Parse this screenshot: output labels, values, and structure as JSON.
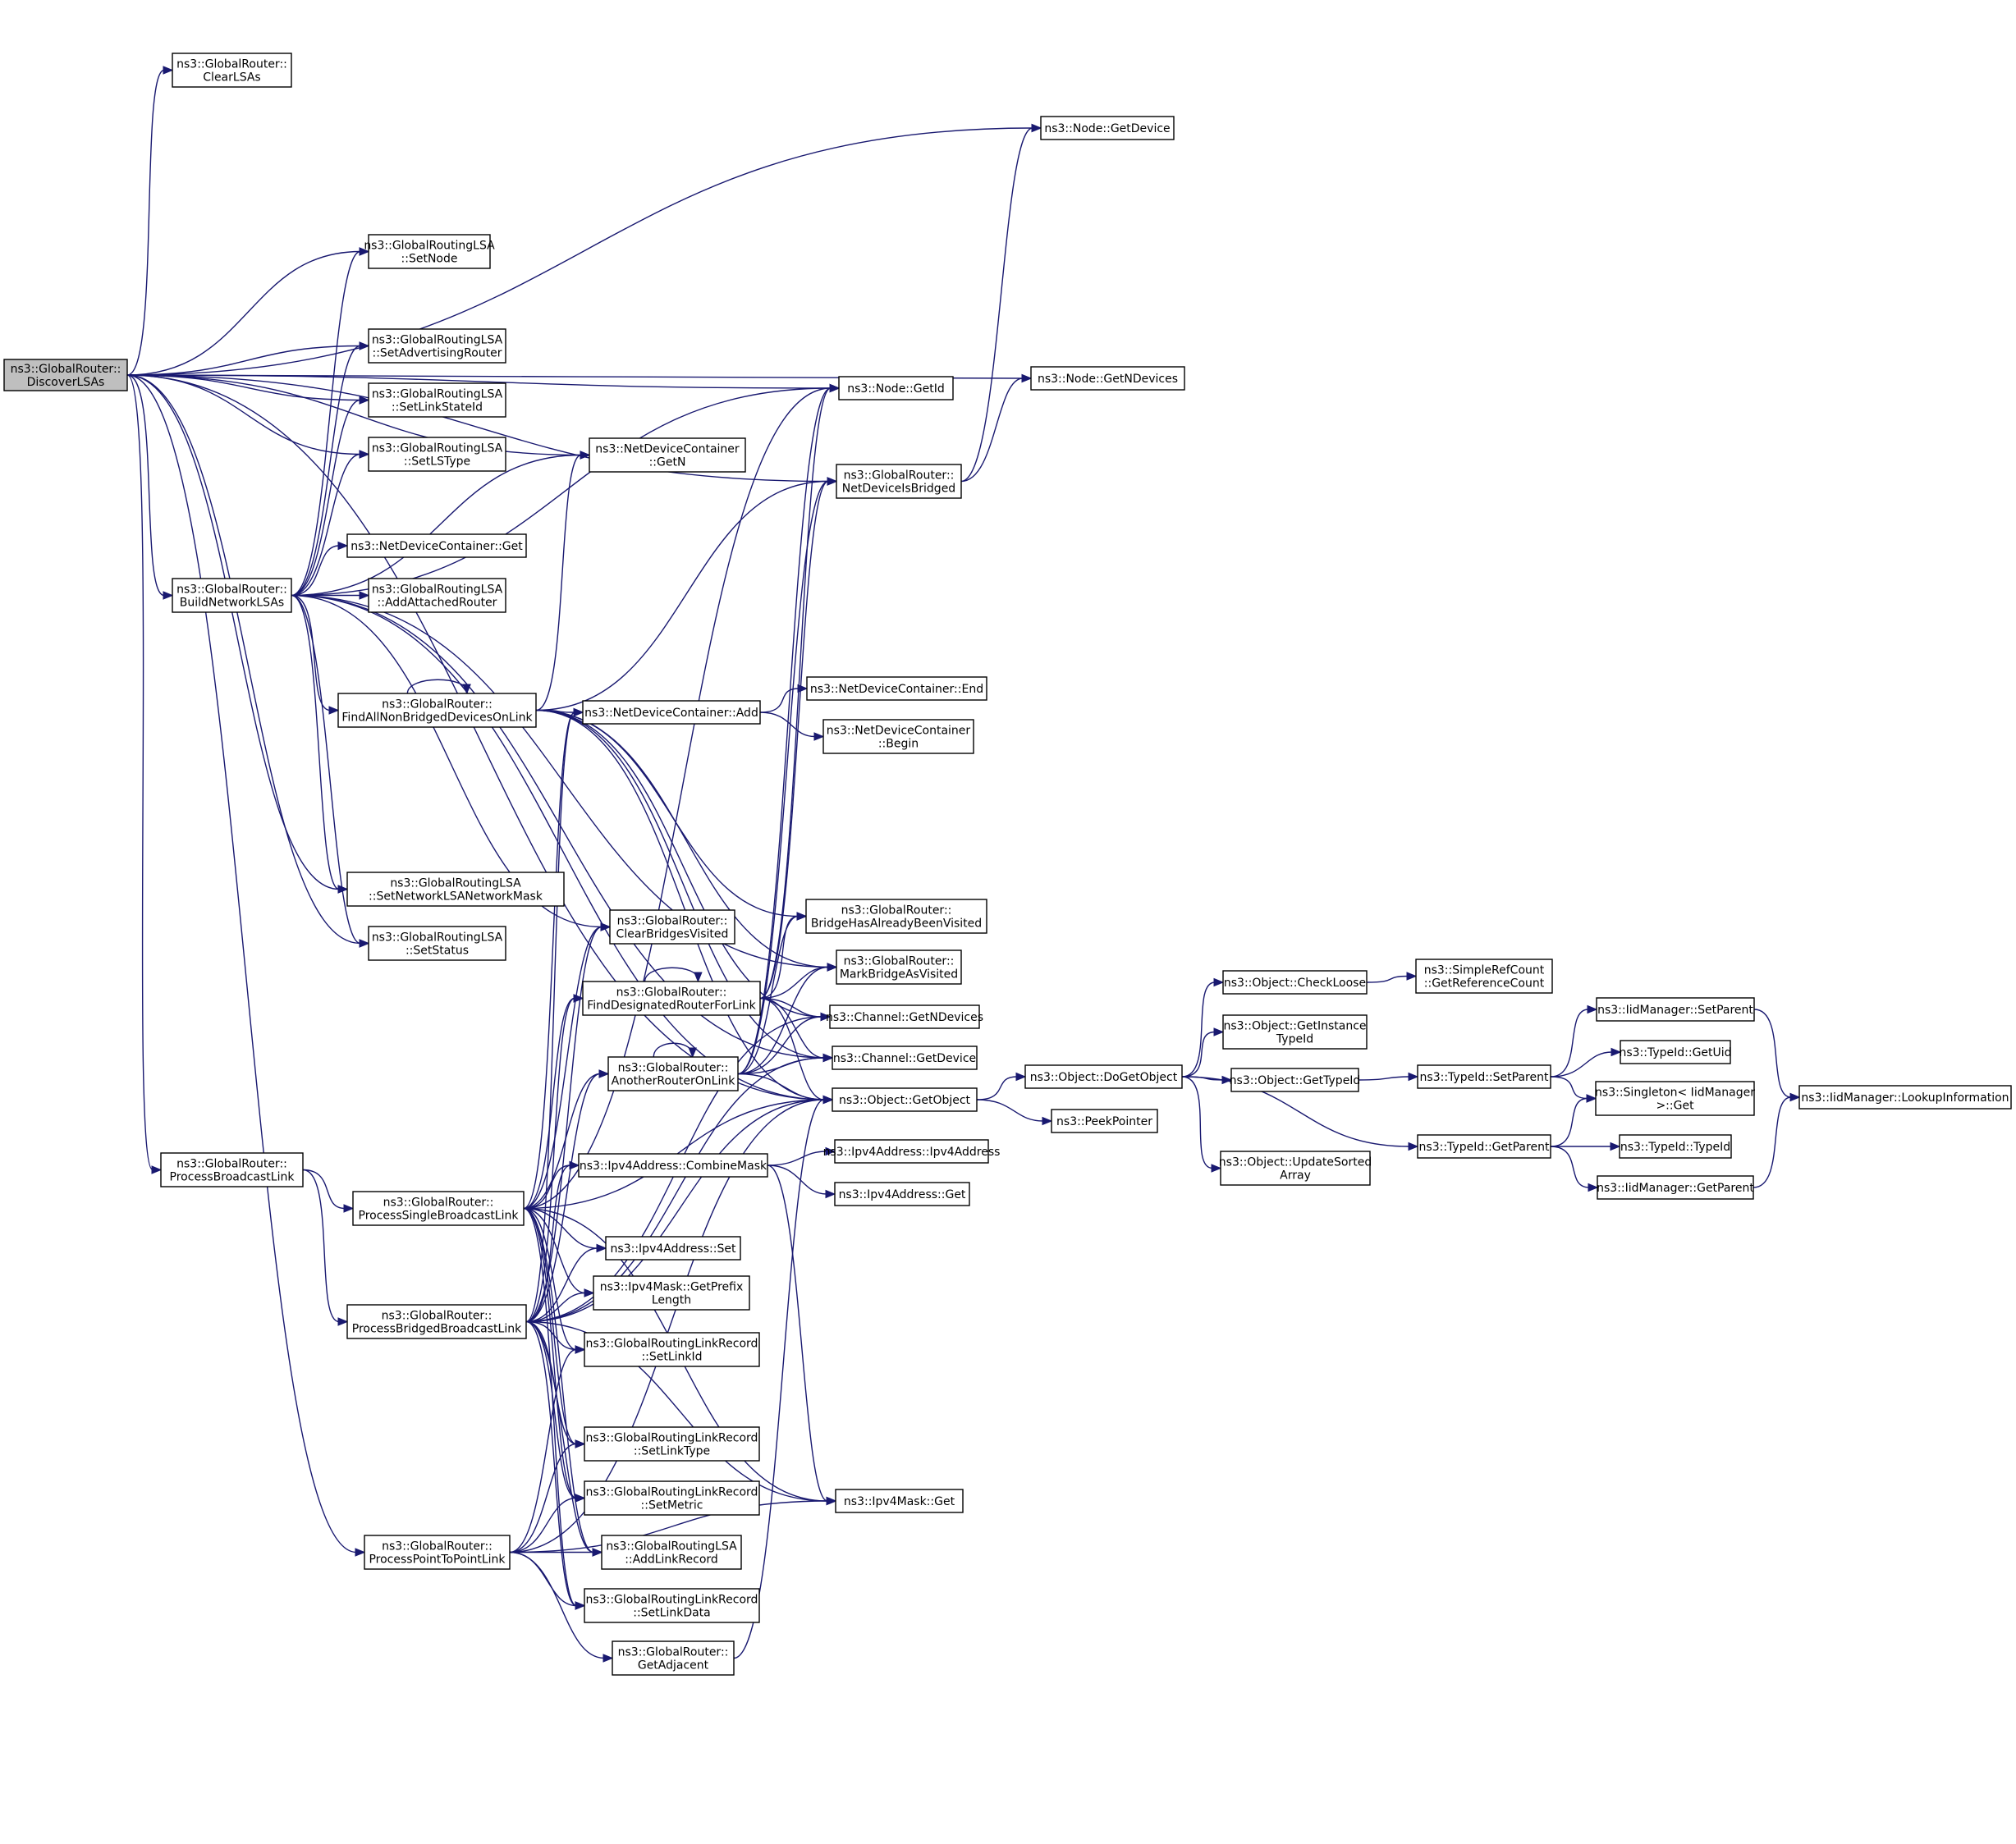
{
  "nodes": [
    {
      "id": "discover",
      "lines": [
        "ns3::GlobalRouter::",
        "DiscoverLSAs"
      ],
      "root": true
    },
    {
      "id": "clearLSAs",
      "lines": [
        "ns3::GlobalRouter::",
        "ClearLSAs"
      ]
    },
    {
      "id": "nodeGetDevice",
      "lines": [
        "ns3::Node::GetDevice"
      ]
    },
    {
      "id": "setNode",
      "lines": [
        "ns3::GlobalRoutingLSA",
        "::SetNode"
      ]
    },
    {
      "id": "setAdvRouter",
      "lines": [
        "ns3::GlobalRoutingLSA",
        "::SetAdvertisingRouter"
      ]
    },
    {
      "id": "nodeGetId",
      "lines": [
        "ns3::Node::GetId"
      ]
    },
    {
      "id": "nodeGetNDevices",
      "lines": [
        "ns3::Node::GetNDevices"
      ]
    },
    {
      "id": "setLinkStateId",
      "lines": [
        "ns3::GlobalRoutingLSA",
        "::SetLinkStateId"
      ]
    },
    {
      "id": "setLSType",
      "lines": [
        "ns3::GlobalRoutingLSA",
        "::SetLSType"
      ]
    },
    {
      "id": "ndcGetN",
      "lines": [
        "ns3::NetDeviceContainer",
        "::GetN"
      ]
    },
    {
      "id": "netDevBridged",
      "lines": [
        "ns3::GlobalRouter::",
        "NetDeviceIsBridged"
      ]
    },
    {
      "id": "ndcGet",
      "lines": [
        "ns3::NetDeviceContainer::Get"
      ]
    },
    {
      "id": "buildNet",
      "lines": [
        "ns3::GlobalRouter::",
        "BuildNetworkLSAs"
      ]
    },
    {
      "id": "addAttached",
      "lines": [
        "ns3::GlobalRoutingLSA",
        "::AddAttachedRouter"
      ]
    },
    {
      "id": "ndcEnd",
      "lines": [
        "ns3::NetDeviceContainer::End"
      ]
    },
    {
      "id": "findAll",
      "lines": [
        "ns3::GlobalRouter::",
        "FindAllNonBridgedDevicesOnLink"
      ]
    },
    {
      "id": "ndcAdd",
      "lines": [
        "ns3::NetDeviceContainer::Add"
      ]
    },
    {
      "id": "ndcBegin",
      "lines": [
        "ns3::NetDeviceContainer",
        "::Begin"
      ]
    },
    {
      "id": "setNetMask",
      "lines": [
        "ns3::GlobalRoutingLSA",
        "::SetNetworkLSANetworkMask"
      ]
    },
    {
      "id": "bridgeVisited",
      "lines": [
        "ns3::GlobalRouter::",
        "BridgeHasAlreadyBeenVisited"
      ]
    },
    {
      "id": "clearBridges",
      "lines": [
        "ns3::GlobalRouter::",
        "ClearBridgesVisited"
      ]
    },
    {
      "id": "setStatus",
      "lines": [
        "ns3::GlobalRoutingLSA",
        "::SetStatus"
      ]
    },
    {
      "id": "markBridge",
      "lines": [
        "ns3::GlobalRouter::",
        "MarkBridgeAsVisited"
      ]
    },
    {
      "id": "findDR",
      "lines": [
        "ns3::GlobalRouter::",
        "FindDesignatedRouterForLink"
      ]
    },
    {
      "id": "chanGetN",
      "lines": [
        "ns3::Channel::GetNDevices"
      ]
    },
    {
      "id": "chanGetDev",
      "lines": [
        "ns3::Channel::GetDevice"
      ]
    },
    {
      "id": "anotherRouter",
      "lines": [
        "ns3::GlobalRouter::",
        "AnotherRouterOnLink"
      ]
    },
    {
      "id": "getObject",
      "lines": [
        "ns3::Object::GetObject"
      ]
    },
    {
      "id": "doGetObject",
      "lines": [
        "ns3::Object::DoGetObject"
      ]
    },
    {
      "id": "checkLoose",
      "lines": [
        "ns3::Object::CheckLoose"
      ]
    },
    {
      "id": "getRefCount",
      "lines": [
        "ns3::SimpleRefCount",
        "::GetReferenceCount"
      ]
    },
    {
      "id": "getInstTypeId",
      "lines": [
        "ns3::Object::GetInstance",
        "TypeId"
      ]
    },
    {
      "id": "getTypeId",
      "lines": [
        "ns3::Object::GetTypeId"
      ]
    },
    {
      "id": "peekPointer",
      "lines": [
        "ns3::PeekPointer"
      ]
    },
    {
      "id": "updateSorted",
      "lines": [
        "ns3::Object::UpdateSorted",
        "Array"
      ]
    },
    {
      "id": "tidSetParent",
      "lines": [
        "ns3::TypeId::SetParent"
      ]
    },
    {
      "id": "tidGetParent",
      "lines": [
        "ns3::TypeId::GetParent"
      ]
    },
    {
      "id": "iidSetParent",
      "lines": [
        "ns3::IidManager::SetParent"
      ]
    },
    {
      "id": "tidGetUid",
      "lines": [
        "ns3::TypeId::GetUid"
      ]
    },
    {
      "id": "singletonGet",
      "lines": [
        "ns3::Singleton< IidManager",
        " >::Get"
      ]
    },
    {
      "id": "tidTypeId",
      "lines": [
        "ns3::TypeId::TypeId"
      ]
    },
    {
      "id": "iidGetParent",
      "lines": [
        "ns3::IidManager::GetParent"
      ]
    },
    {
      "id": "lookupInfo",
      "lines": [
        "ns3::IidManager::LookupInformation"
      ]
    },
    {
      "id": "procBroadcast",
      "lines": [
        "ns3::GlobalRouter::",
        "ProcessBroadcastLink"
      ]
    },
    {
      "id": "procSingle",
      "lines": [
        "ns3::GlobalRouter::",
        "ProcessSingleBroadcastLink"
      ]
    },
    {
      "id": "combineMask",
      "lines": [
        "ns3::Ipv4Address::CombineMask"
      ]
    },
    {
      "id": "ipv4Ctor",
      "lines": [
        "ns3::Ipv4Address::Ipv4Address"
      ]
    },
    {
      "id": "ipv4Get",
      "lines": [
        "ns3::Ipv4Address::Get"
      ]
    },
    {
      "id": "ipv4Set",
      "lines": [
        "ns3::Ipv4Address::Set"
      ]
    },
    {
      "id": "maskPrefix",
      "lines": [
        "ns3::Ipv4Mask::GetPrefix",
        "Length"
      ]
    },
    {
      "id": "procBridged",
      "lines": [
        "ns3::GlobalRouter::",
        "ProcessBridgedBroadcastLink"
      ]
    },
    {
      "id": "setLinkId",
      "lines": [
        "ns3::GlobalRoutingLinkRecord",
        "::SetLinkId"
      ]
    },
    {
      "id": "setLinkType",
      "lines": [
        "ns3::GlobalRoutingLinkRecord",
        "::SetLinkType"
      ]
    },
    {
      "id": "setMetric",
      "lines": [
        "ns3::GlobalRoutingLinkRecord",
        "::SetMetric"
      ]
    },
    {
      "id": "maskGet",
      "lines": [
        "ns3::Ipv4Mask::Get"
      ]
    },
    {
      "id": "procP2P",
      "lines": [
        "ns3::GlobalRouter::",
        "ProcessPointToPointLink"
      ]
    },
    {
      "id": "addLinkRecord",
      "lines": [
        "ns3::GlobalRoutingLSA",
        "::AddLinkRecord"
      ]
    },
    {
      "id": "setLinkData",
      "lines": [
        "ns3::GlobalRoutingLinkRecord",
        "::SetLinkData"
      ]
    },
    {
      "id": "getAdjacent",
      "lines": [
        "ns3::GlobalRouter::",
        "GetAdjacent"
      ]
    }
  ]
}
